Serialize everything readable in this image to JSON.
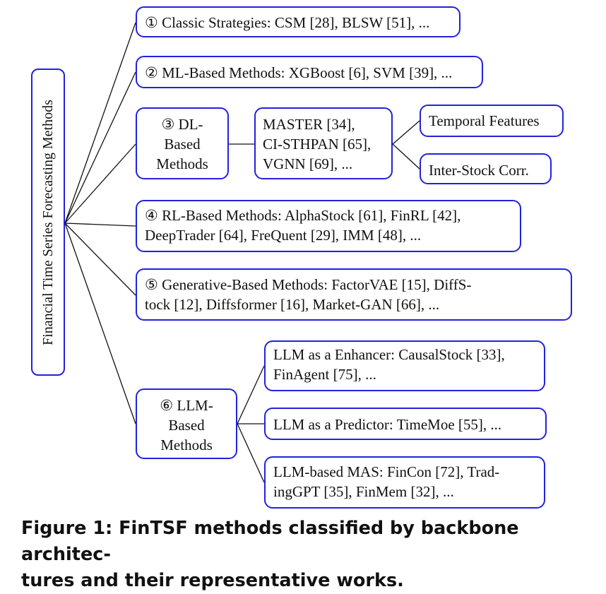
{
  "diagram": {
    "root": {
      "label": "Financial Time Series Forecasting Methods"
    },
    "categories": [
      {
        "label": "① Classic Strategies: CSM [28], BLSW [51], ..."
      },
      {
        "label": "② ML-Based Methods: XGBoost [6], SVM [39], ..."
      },
      {
        "label": "③ DL-\nBased\nMethods",
        "models": "MASTER [34],\nCI-STHPAN [65],\nVGNN [69], ...",
        "features": [
          "Temporal Features",
          "Inter-Stock Corr."
        ]
      },
      {
        "label": "④ RL-Based Methods: AlphaStock [61], FinRL [42],\nDeepTrader [64], FreQuent [29], IMM [48], ..."
      },
      {
        "label": "⑤ Generative-Based Methods: FactorVAE [15], DiffS-\ntock [12], Diffsformer [16], Market-GAN [66], ..."
      },
      {
        "label": "⑥ LLM-\nBased\nMethods",
        "subtypes": [
          "LLM as a Enhancer: CausalStock [33],\nFinAgent [75], ...",
          "LLM as a Predictor: TimeMoe [55], ...",
          "LLM-based MAS: FinCon [72], Trad-\ningGPT [35], FinMem [32], ..."
        ]
      }
    ]
  },
  "caption": "Figure 1: FinTSF methods classified by backbone architec-\ntures and their representative works.",
  "colors": {
    "node_border": "#2222dd",
    "edge": "#111111",
    "text": "#111111"
  }
}
